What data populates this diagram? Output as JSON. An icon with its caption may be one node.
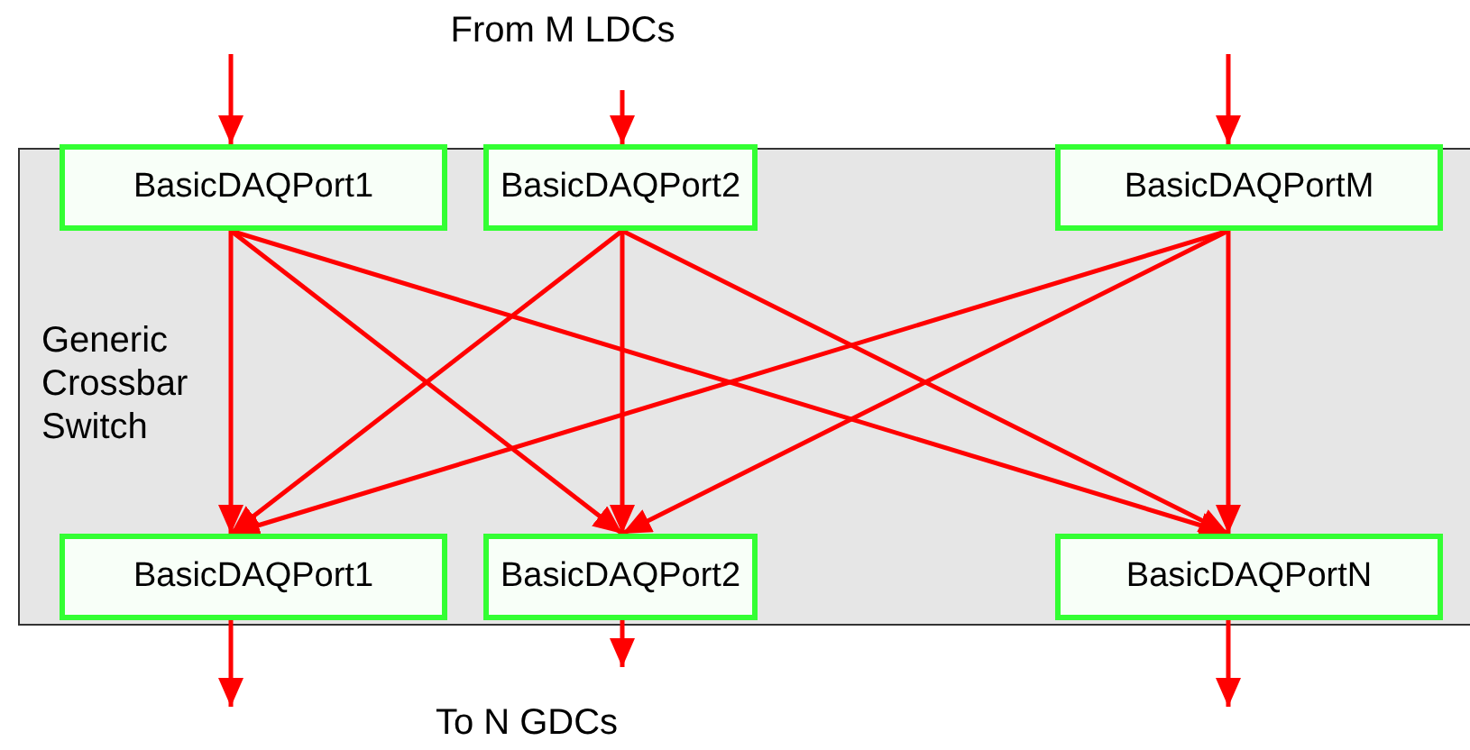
{
  "diagram": {
    "nodes": [
      {
        "text": [
          "Generic Crossbar Switch"
        ]
      },
      {
        "text": [
          "BasicDAQPort1"
        ],
        "in": 0
      },
      {
        "text": [
          "BasicDAQPort2"
        ],
        "in": 0
      },
      {
        "text": [
          "BasicDAQPortM"
        ],
        "in": 0
      },
      {
        "text": [
          "BasicDAQPort1"
        ],
        "in": 0
      },
      {
        "text": [
          "BasicDAQPort2"
        ],
        "in": 0
      },
      {
        "text": [
          "BasicDAQPortN"
        ],
        "in": 0
      }
    ],
    "edges": [
      {
        "from": null,
        "to": 1,
        "arrow": "to"
      },
      {
        "from": null,
        "to": 2,
        "arrow": "to"
      },
      {
        "from": null,
        "to": 3,
        "arrow": "to"
      },
      {
        "from": 1,
        "to": 4,
        "arrow": "to"
      },
      {
        "from": 1,
        "to": 5,
        "arrow": "to"
      },
      {
        "from": 1,
        "to": 6,
        "arrow": "to"
      },
      {
        "from": 2,
        "to": 4,
        "arrow": "to"
      },
      {
        "from": 2,
        "to": 5,
        "arrow": "to"
      },
      {
        "from": 2,
        "to": 6,
        "arrow": "to"
      },
      {
        "from": 3,
        "to": 4,
        "arrow": "to"
      },
      {
        "from": 3,
        "to": 5,
        "arrow": "to"
      },
      {
        "from": 3,
        "to": 6,
        "arrow": "to"
      },
      {
        "from": 4,
        "to": null,
        "arrow": "to"
      },
      {
        "from": 5,
        "to": null,
        "arrow": "to"
      },
      {
        "from": 6,
        "to": null,
        "arrow": "to"
      }
    ],
    "labels": [
      "From M LDCs",
      "To N GDCs"
    ]
  }
}
